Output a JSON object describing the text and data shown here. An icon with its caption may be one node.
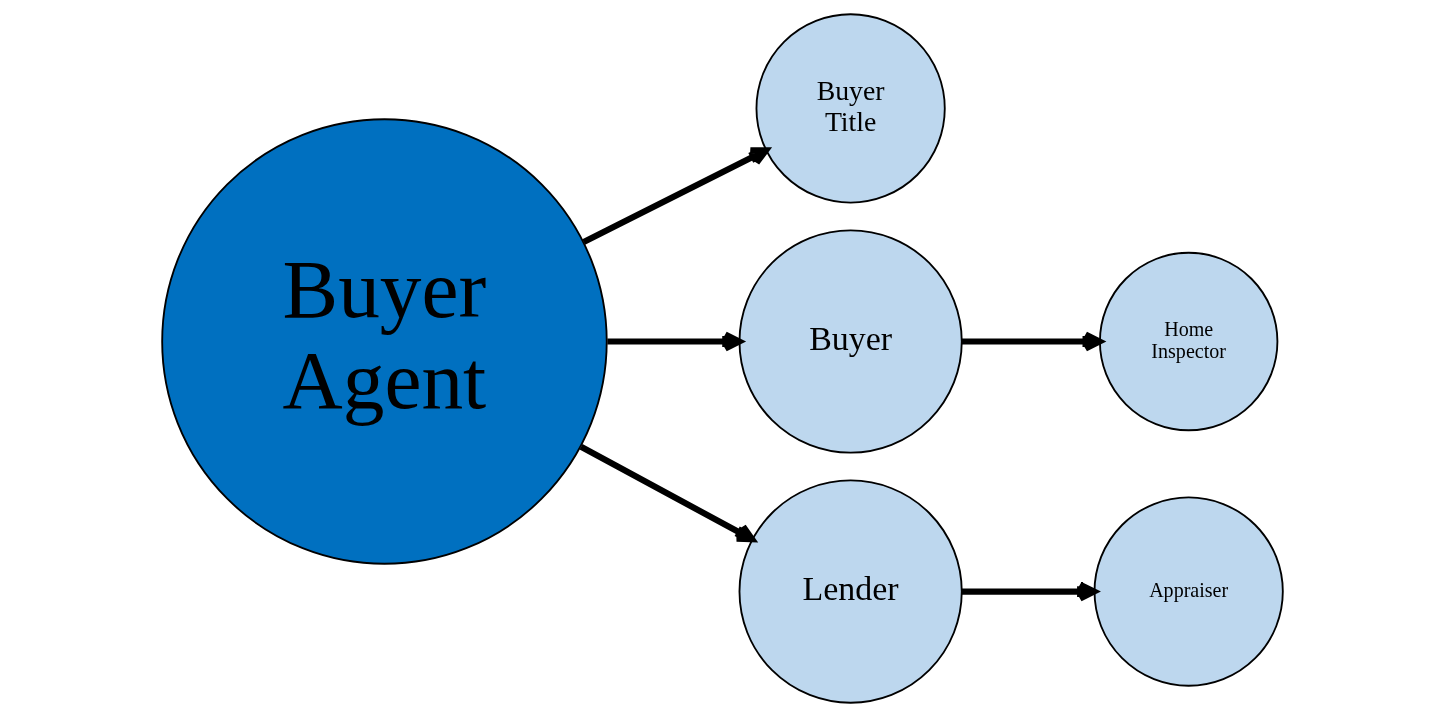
{
  "diagram": {
    "nodes": [
      {
        "text": [
          "Buyer Agent"
        ]
      },
      {
        "text": [
          "Buyer Title"
        ]
      },
      {
        "text": [
          "Buyer"
        ]
      },
      {
        "text": [
          "Home Inspector"
        ]
      },
      {
        "text": [
          "Lender"
        ]
      },
      {
        "text": [
          "Appraiser"
        ]
      }
    ],
    "edges": [
      {
        "from": 0,
        "to": 1,
        "arrow": "to"
      },
      {
        "from": 0,
        "to": 2,
        "arrow": "to"
      },
      {
        "from": 2,
        "to": 3,
        "arrow": "to"
      },
      {
        "from": 0,
        "to": 4,
        "arrow": "to"
      },
      {
        "from": 4,
        "to": 5,
        "arrow": "to"
      }
    ]
  }
}
